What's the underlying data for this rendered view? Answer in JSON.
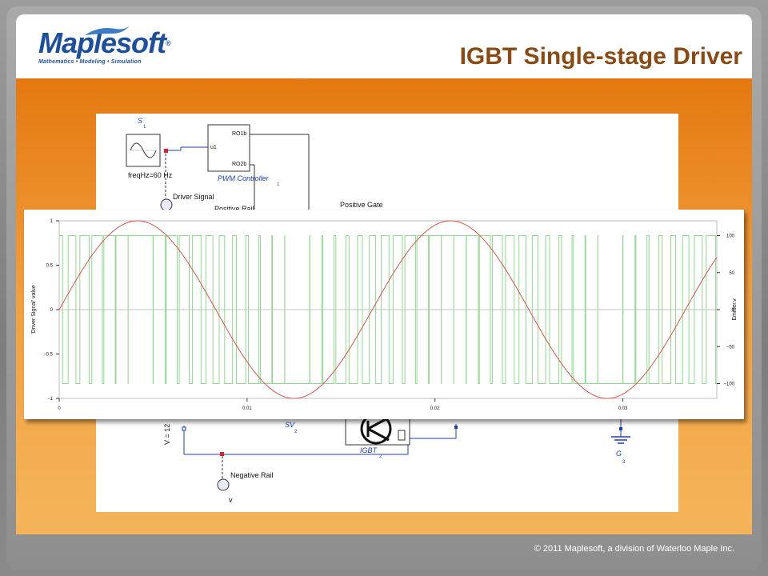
{
  "header": {
    "title": "IGBT Single-stage Driver",
    "logo": {
      "word": "Maplesoft",
      "tagline": "Mathematics • Modeling • Simulation"
    }
  },
  "footer": {
    "copyright": "© 2011 Maplesoft, a division of Waterloo Maple Inc."
  },
  "circuit": {
    "source": {
      "name": "S",
      "sub": "1",
      "param": "freqHz=60 Hz"
    },
    "pwm": {
      "name": "PWM Controller",
      "sub": "1",
      "in": "u1",
      "out1": "RO1b",
      "out2": "RO2b"
    },
    "labels": {
      "driver_signal": "Driver Signal",
      "positive_rail": "Positive Rail",
      "positive_gate": "Positive Gate",
      "negative_rail": "Negative Rail",
      "v_unit": "v"
    },
    "voltage_source": {
      "name": "SV",
      "sub": "2",
      "value": "V = 12"
    },
    "igbt": {
      "name": "IGBT",
      "sub": "2"
    },
    "ground": {
      "name": "G",
      "sub": "3"
    }
  },
  "chart_data": {
    "type": "line",
    "x_range": [
      0,
      0.035
    ],
    "x_ticks": [
      0,
      0.01,
      0.02,
      0.03
    ],
    "x_tick_labels": [
      "0",
      "0.01",
      "0.02",
      "0.03"
    ],
    "left_axis": {
      "label": "'Driver Signal' value",
      "range": [
        -1,
        1
      ],
      "ticks": [
        -1,
        -0.5,
        0,
        0.5,
        1
      ],
      "tick_labels": [
        "−1",
        "−0.5",
        "0",
        "0.5",
        "1"
      ]
    },
    "right_axis": {
      "label": "Emitter.v",
      "range": [
        -120,
        120
      ],
      "ticks": [
        -100,
        -50,
        0,
        50,
        100
      ],
      "tick_labels": [
        "−100",
        "−50",
        "0",
        "50",
        "100"
      ]
    },
    "series": [
      {
        "kind": "sine",
        "frequency_hz": 60,
        "amplitude": 1,
        "axis": "left",
        "color": "#d9534f"
      },
      {
        "kind": "pwm",
        "carrier_hz": 1500,
        "high": 100,
        "low": -100,
        "axis": "right",
        "color": "#8fd88f"
      }
    ],
    "grid": false
  }
}
